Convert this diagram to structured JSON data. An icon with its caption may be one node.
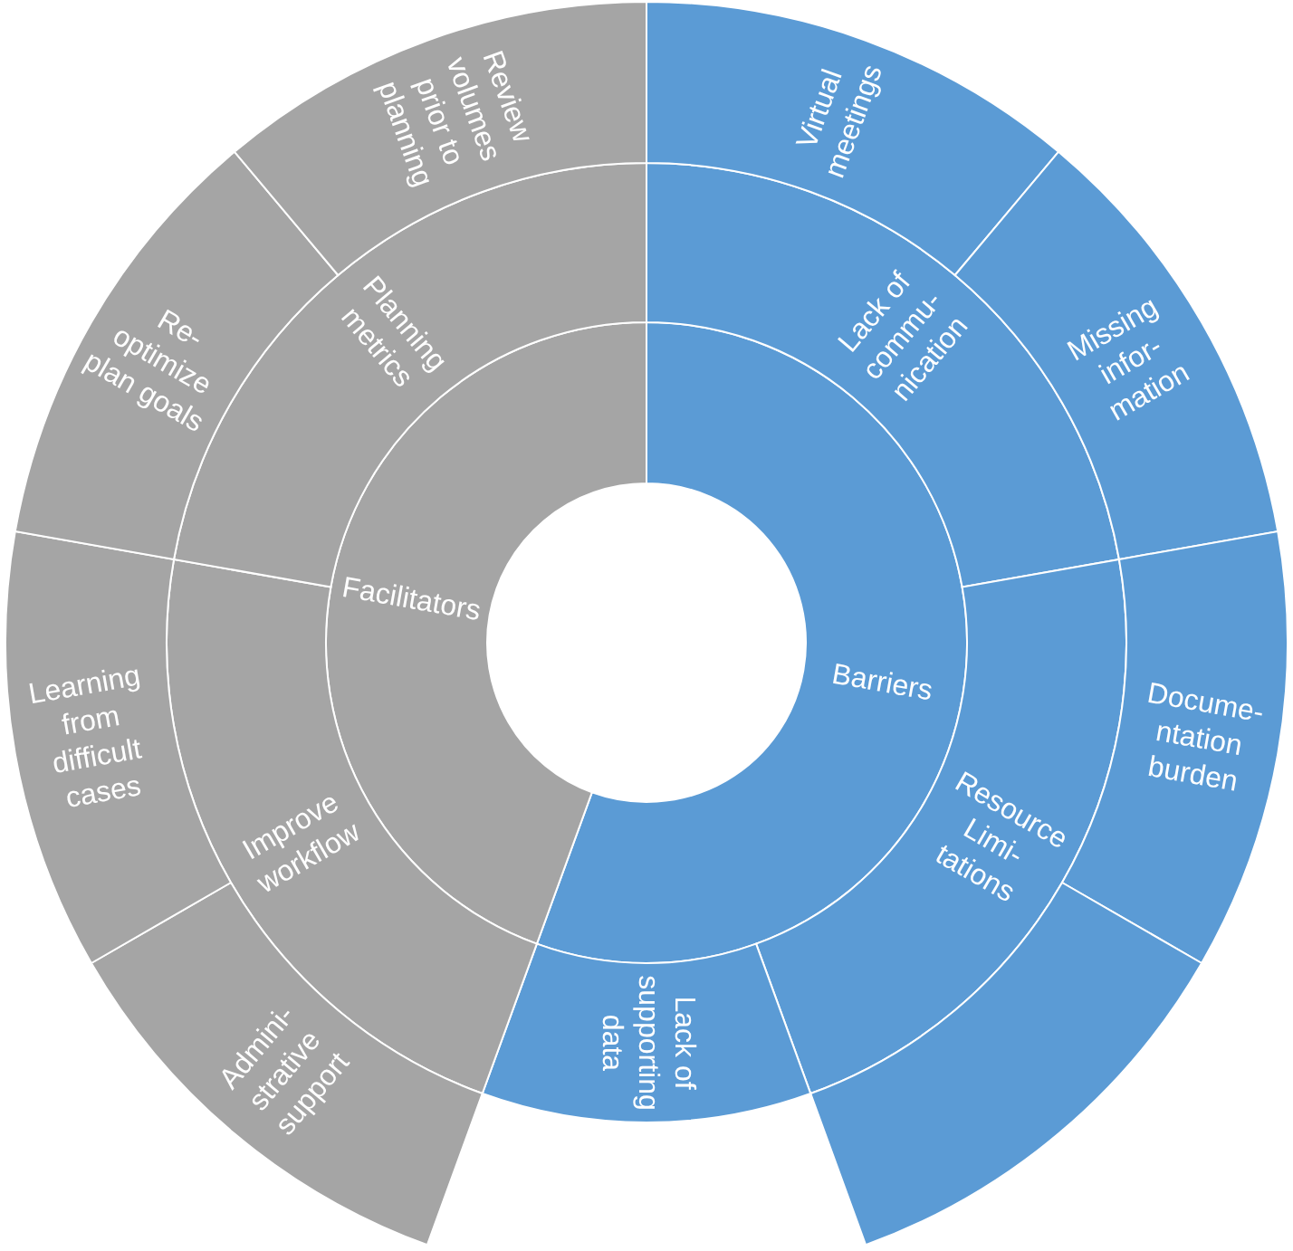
{
  "diagram": {
    "nodes": [
      {
        "text": [
          "Barriers"
        ]
      },
      {
        "text": [
          "Lack of commu-nication"
        ]
      },
      {
        "text": [
          "Virtual meetings"
        ]
      },
      {
        "text": [
          "Missing infor-mation"
        ]
      },
      {
        "text": [
          "Resource Limi-tations"
        ]
      },
      {
        "text": [
          "Docume-ntation burden"
        ]
      },
      {
        "text": [],
        "shape": "wedge"
      },
      {
        "text": [
          "Lack of supporting data"
        ]
      },
      {
        "text": [
          "Facilitators"
        ]
      },
      {
        "text": [
          "Improve workflow"
        ]
      },
      {
        "text": [
          "Admini-strative support"
        ]
      },
      {
        "text": [
          "Learning from difficult cases"
        ]
      },
      {
        "text": [
          "Planning metrics"
        ]
      },
      {
        "text": [
          "Re-optimize plan goals"
        ]
      },
      {
        "text": [
          "Review volumes prior to planning"
        ]
      }
    ]
  }
}
